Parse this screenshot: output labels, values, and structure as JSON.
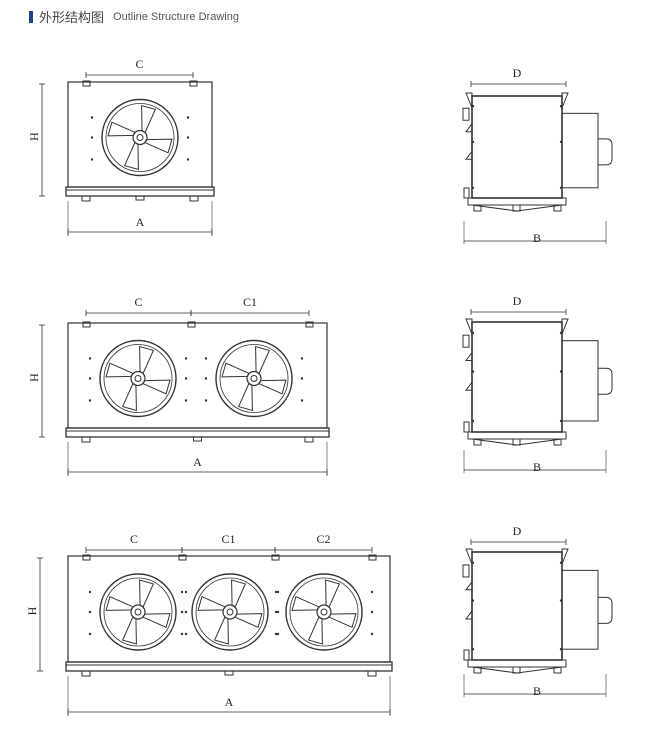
{
  "header": {
    "title_cn": "外形结构图",
    "title_en": "Outline Structure Drawing",
    "accent_color": "#1f3f8f"
  },
  "drawings": [
    {
      "fan_count": 1,
      "labels": {
        "C": "C",
        "H": "H",
        "A": "A",
        "D": "D",
        "B": "B"
      }
    },
    {
      "fan_count": 2,
      "labels": {
        "C": "C",
        "C1": "C1",
        "H": "H",
        "A": "A",
        "D": "D",
        "B": "B"
      }
    },
    {
      "fan_count": 3,
      "labels": {
        "C": "C",
        "C1": "C1",
        "C2": "C2",
        "H": "H",
        "A": "A",
        "D": "D",
        "B": "B"
      }
    }
  ]
}
